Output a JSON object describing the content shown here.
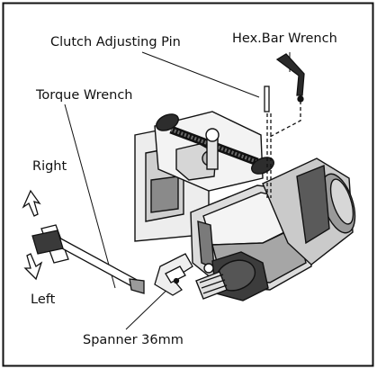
{
  "labels": {
    "clutch_pin": "Clutch Adjusting Pin",
    "hex_wrench": "Hex.Bar Wrench",
    "torque_wrench": "Torque Wrench",
    "right": "Right",
    "left": "Left",
    "spanner": "Spanner 36mm"
  },
  "colors": {
    "line": "#111111",
    "fill_light": "#f1f1f1",
    "fill_mid": "#cfcfcf",
    "fill_dark": "#8a8a8a",
    "fill_darker": "#4a4a4a"
  }
}
